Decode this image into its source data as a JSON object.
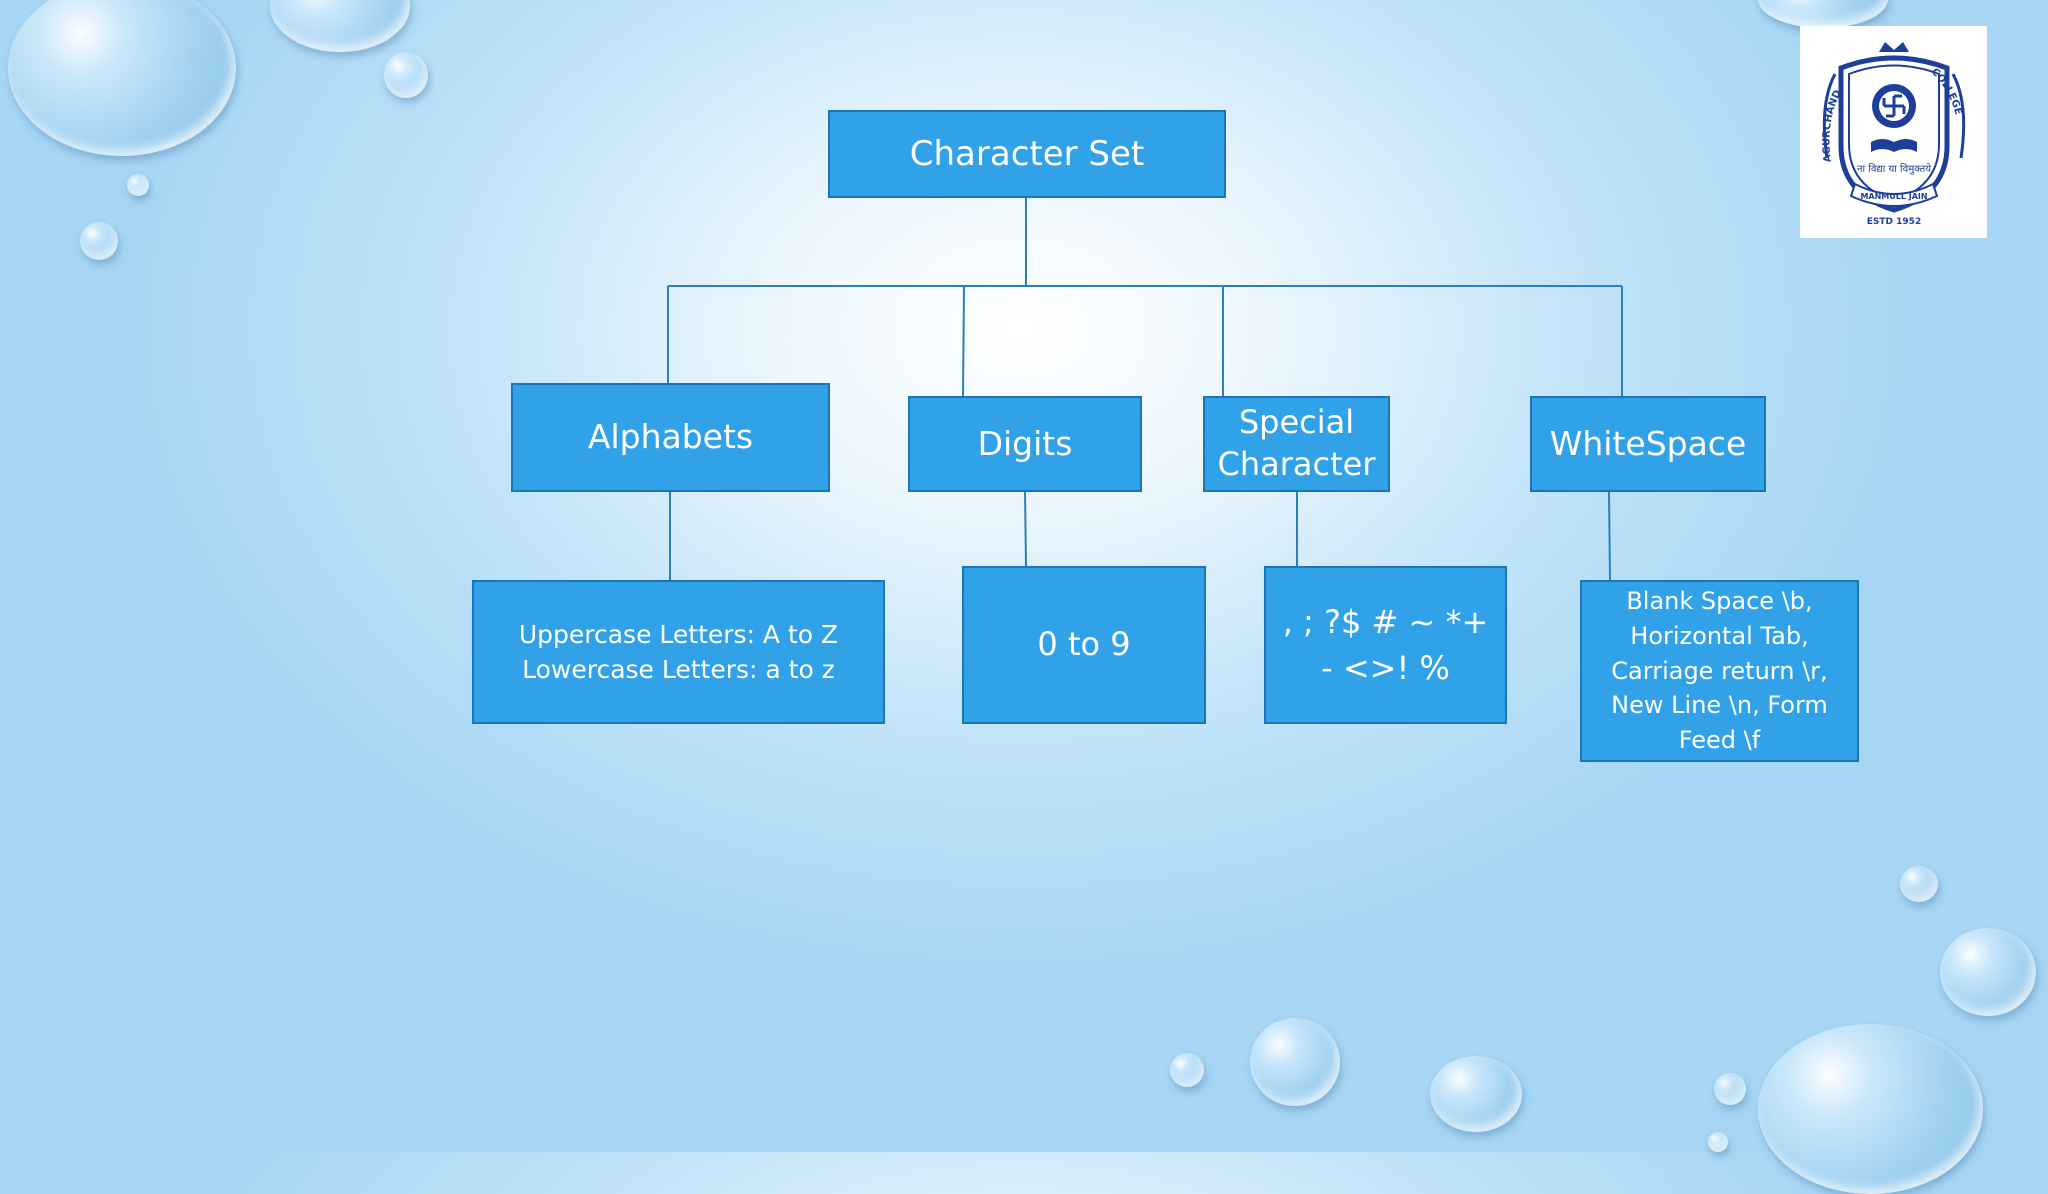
{
  "diagram": {
    "root": "Character Set",
    "categories": [
      {
        "label": "Alphabets",
        "detail": "Uppercase Letters: A to Z\nLowercase Letters: a to z"
      },
      {
        "label": "Digits",
        "detail": "0 to 9"
      },
      {
        "label": "Special\nCharacter",
        "detail": ", ; ?$ # ~ *+\n- <>! %"
      },
      {
        "label": "WhiteSpace",
        "detail": "Blank Space \\b,\nHorizontal Tab,\nCarriage return \\r,\nNew Line \\n, Form\nFeed \\f"
      }
    ]
  },
  "colors": {
    "box_fill": "#32a2e8",
    "box_border": "#1b76b8",
    "connector": "#2c7fb8",
    "text": "#ffffff",
    "logo_blue": "#1d3f9a"
  },
  "logo": {
    "arc_left": "AGURCHAND",
    "arc_right": "COLLEGE",
    "ribbon": "MANMULL JAIN",
    "motto": "ना विद्या या विमुक्तये",
    "established": "ESTD 1952"
  }
}
